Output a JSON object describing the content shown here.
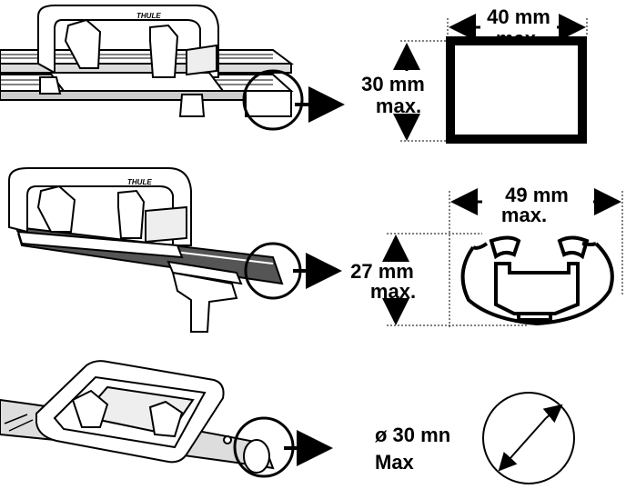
{
  "panels": [
    {
      "id": "square-bar",
      "width_label": [
        "40 mm",
        "max."
      ],
      "height_label": [
        "30 mm",
        "max."
      ]
    },
    {
      "id": "aero-bar",
      "width_label": [
        "49 mm",
        "max."
      ],
      "height_label": [
        "27 mm",
        "max."
      ]
    },
    {
      "id": "round-bar",
      "diameter_label": [
        "ø 30 mn",
        "Max"
      ]
    }
  ],
  "brand_mark": "THULE",
  "colors": {
    "ink": "#000000",
    "paper": "#ffffff",
    "shade": "#d9d9d9"
  }
}
